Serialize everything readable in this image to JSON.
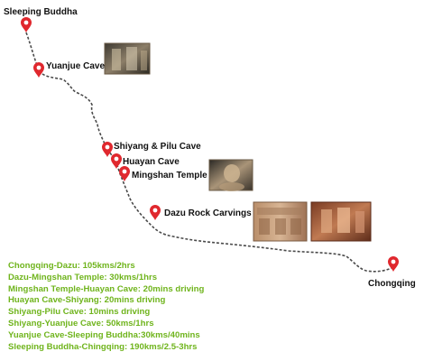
{
  "map": {
    "places": {
      "sleeping_buddha": "Sleeping Buddha",
      "yuanjue_cave": "Yuanjue Cave",
      "shiyang_pilu_cave": "Shiyang & Pilu Cave",
      "huayan_cave": "Huayan Cave",
      "mingshan_temple": "Mingshan Temple",
      "dazu_rock_carvings": "Dazu Rock Carvings",
      "chongqing": "Chongqing"
    },
    "route_info": [
      "Chongqing-Dazu: 105kms/2hrs",
      "Dazu-Mingshan Temple: 30kms/1hrs",
      "Mingshan Temple-Huayan Cave: 20mins driving",
      "Huayan Cave-Shiyang: 20mins driving",
      "Shiyang-Pilu Cave: 10mins driving",
      "Shiyang-Yuanjue Cave: 50kms/1hrs",
      "Yuanjue Cave-Sleeping Buddha:30kms/40mins",
      "Sleeping Buddha-Chingqing: 190kms/2.5-3hrs"
    ],
    "colors": {
      "pin": "#e0282e",
      "route_line": "#4a4a4a",
      "route_text": "#6fb41c",
      "label_text": "#111111"
    },
    "photos": [
      "yuanjue-cave-photo",
      "mingshan-buddha-photo",
      "dazu-carving-photo-1",
      "dazu-carving-photo-2"
    ]
  }
}
